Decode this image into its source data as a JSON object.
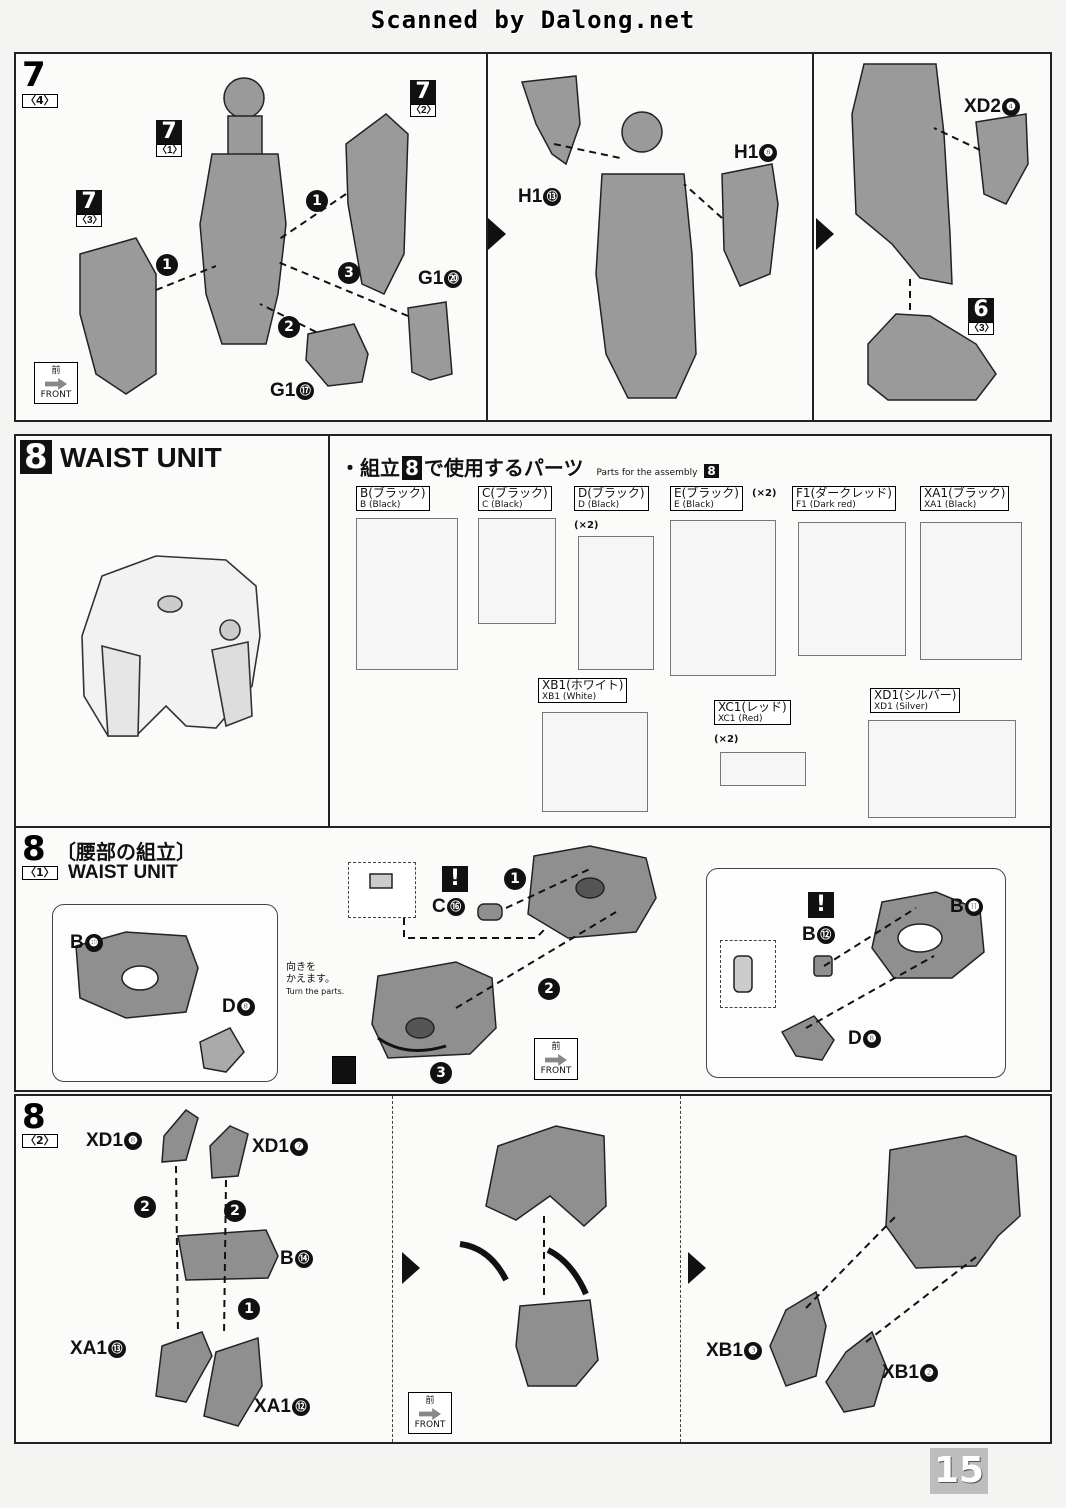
{
  "header": {
    "credit": "Scanned by Dalong.net"
  },
  "page_number": "15",
  "front_label": {
    "jp": "前",
    "en": "FRONT"
  },
  "step7": {
    "number": "7",
    "sub": "〈4〉",
    "refs": [
      {
        "n": "7",
        "s": "〈1〉"
      },
      {
        "n": "7",
        "s": "〈2〉"
      },
      {
        "n": "7",
        "s": "〈3〉"
      },
      {
        "n": "6",
        "s": "〈3〉"
      }
    ],
    "labels": {
      "g1_20": "G1",
      "g1_17": "G1",
      "h1_13": "H1",
      "h1_8": "H1",
      "xd2_4": "XD2"
    },
    "circ": {
      "c20": "⑳",
      "c17": "⑰",
      "c13": "⑬",
      "c8": "❽",
      "c4": "❹"
    }
  },
  "step8_parts": {
    "number": "8",
    "title": "WAIST UNIT",
    "heading_jp_1": "・組立",
    "heading_num": "8",
    "heading_jp_2": "で使用するパーツ",
    "heading_en": "Parts for the assembly",
    "runners": [
      {
        "jp": "B(ブラック)",
        "en": "B (Black)",
        "mult": ""
      },
      {
        "jp": "C(ブラック)",
        "en": "C (Black)",
        "mult": ""
      },
      {
        "jp": "D(ブラック)",
        "en": "D (Black)",
        "mult": "(×2)"
      },
      {
        "jp": "E(ブラック)",
        "en": "E (Black)",
        "mult": "(×2)"
      },
      {
        "jp": "F1(ダークレッド)",
        "en": "F1 (Dark red)",
        "mult": ""
      },
      {
        "jp": "XA1(ブラック)",
        "en": "XA1 (Black)",
        "mult": ""
      },
      {
        "jp": "XB1(ホワイト)",
        "en": "XB1 (White)",
        "mult": ""
      },
      {
        "jp": "XC1(レッド)",
        "en": "XC1 (Red)",
        "mult": "(×2)"
      },
      {
        "jp": "XD1(シルバー)",
        "en": "XD1 (Silver)",
        "mult": ""
      }
    ]
  },
  "step8_1": {
    "number": "8",
    "sub": "〈1〉",
    "title_jp": "〔腰部の組立〕",
    "title_en": "WAIST UNIT",
    "note_jp_1": "向きを",
    "note_jp_2": "かえます。",
    "note_en": "Turn the parts.",
    "labels": {
      "b10": "B",
      "d8a": "D",
      "c16": "C",
      "b12": "B",
      "b11": "B",
      "d8b": "D"
    },
    "circ": {
      "c10": "❿",
      "c8": "❽",
      "c16": "⑯",
      "c12": "⑫",
      "c11": "⓫"
    }
  },
  "step8_2": {
    "number": "8",
    "sub": "〈2〉",
    "labels": {
      "xd1_8": "XD1",
      "xd1_7": "XD1",
      "b14": "B",
      "xa1_13": "XA1",
      "xa1_12": "XA1",
      "xb1_3": "XB1",
      "xb1_2": "XB1"
    },
    "circ": {
      "c8": "❽",
      "c7": "❼",
      "c14": "⑭",
      "c13": "⑬",
      "c12": "⑫",
      "c3": "❸",
      "c2": "❷"
    }
  },
  "order_marks": {
    "one": "1",
    "two": "2",
    "three": "3"
  },
  "excl": "!"
}
